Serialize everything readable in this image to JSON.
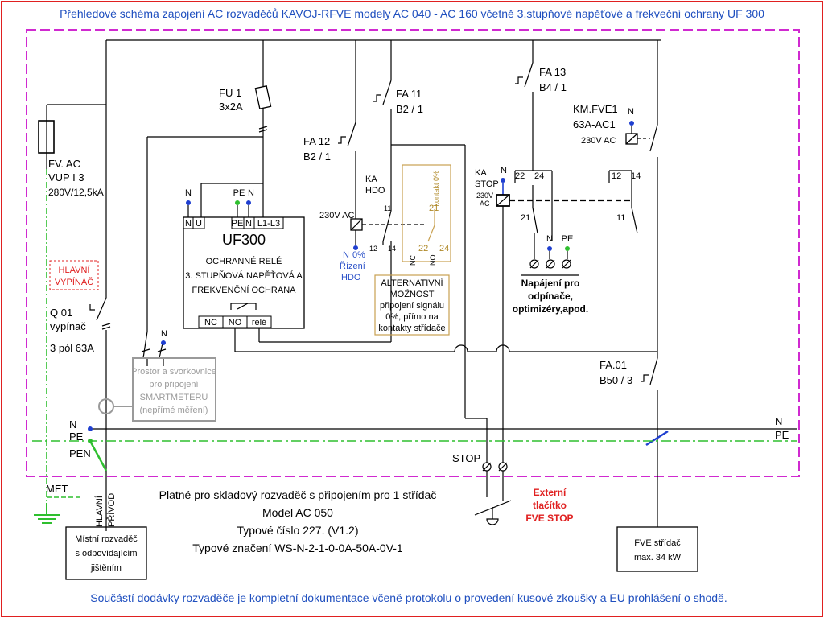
{
  "colors": {
    "title_blue": "#1f4fbf",
    "frame_red": "#e02020",
    "boundary_magenta": "#d02ad0",
    "pe_green": "#2fbf2f",
    "neutral_blue": "#1f3fd0",
    "alt_gold": "#c8a050",
    "meter_grey": "#9a9a9a"
  },
  "header": {
    "title": "Přehledové schéma zapojení AC rozvaděčů KAVOJ-RFVE modely AC 040 - AC 160 včetně 3.stupňové napěťové a frekveční ochrany UF 300"
  },
  "footer": {
    "note": "Součástí dodávky rozvaděče je kompletní dokumentace včeně protokolu o provedení kusové zkoušky a EU prohlášení o shodě."
  },
  "components": {
    "fu1": {
      "name": "FU 1",
      "rating": "3x2A"
    },
    "fa11": {
      "name": "FA 11",
      "rating": "B2 / 1"
    },
    "fa12": {
      "name": "FA 12",
      "rating": "B2 / 1"
    },
    "fa13": {
      "name": "FA 13",
      "rating": "B4 / 1"
    },
    "kmfve1": {
      "name": "KM.FVE1",
      "rating": "63A-AC1",
      "coil": "230V AC",
      "n": "N",
      "c12": "12",
      "c14": "14",
      "c11": "11"
    },
    "fa01": {
      "name": "FA.01",
      "rating": "B50 / 3"
    },
    "fvac": {
      "line1": "FV. AC",
      "line2": "VUP I 3",
      "line3": "280V/12,5kA"
    },
    "main_switch_label": [
      "HLAVNÍ",
      "VYPÍNAČ"
    ],
    "q01": {
      "name": "Q 01",
      "type": "vypínač",
      "rating": "3 pól 63A"
    },
    "kahdo": {
      "label1": "KA",
      "label2": "HDO",
      "coil": "230V AC",
      "c11": "11",
      "c12": "12",
      "c14": "14",
      "n": "N",
      "pct": "0%",
      "ctrl1": "Řízení",
      "ctrl2": "HDO"
    },
    "kastop": {
      "label1": "KA",
      "label2": "STOP",
      "n": "N",
      "c22": "22",
      "c24": "24",
      "c21": "21",
      "coil1": "230V",
      "coil2": "AC"
    },
    "uf300": {
      "title": "UF300",
      "line1": "OCHRANNÉ RELÉ",
      "line2": "3. STUPŇOVÁ NAPĚŤOVÁ A",
      "line3": "FREKVENČNÍ OCHRANA",
      "terms_top": [
        "N",
        "U",
        "PE",
        "N",
        "L1-L3"
      ],
      "terms_bottom": [
        "NC",
        "NO",
        "relé"
      ],
      "lbl_n": "N",
      "lbl_pe": "PE",
      "lbl_n2": "N"
    },
    "alternative": {
      "contact_label": "kontakt 0%",
      "c21": "21",
      "c22": "22",
      "c24": "24",
      "nc": "NC",
      "no": "NO",
      "line1": "ALTERNATIVNÍ",
      "line2": "MOŽNOST",
      "line3": "připojení signálu",
      "line4": "0%, přímo na",
      "line5": "kontakty střídače"
    },
    "supply": {
      "n": "N",
      "pe": "PE",
      "line1": "Napájení pro",
      "line2": "odpínače,",
      "line3": "optimizéry,apod."
    },
    "smartmeter": {
      "n": "N",
      "line1": "Prostor a svorkovnice",
      "line2": "pro připojení",
      "line3": "SMARTMETERU",
      "line4": "(nepřímé měření)"
    }
  },
  "busbars": {
    "n_left": "N",
    "pe_left": "PE",
    "pen": "PEN",
    "n_right": "N",
    "pe_right": "PE"
  },
  "external": {
    "stop": "STOP",
    "btn1": "Externí",
    "btn2": "tlačítko",
    "btn3": "FVE STOP",
    "met": "MET",
    "main_feed": [
      "HLAVNÍ",
      "PŘÍVOD"
    ]
  },
  "boxes": {
    "local_dist": [
      "Místní rozvaděč",
      "s odpovídajícím",
      "jištěním"
    ],
    "inverter": [
      "FVE střídač",
      "max. 34 kW"
    ]
  },
  "info": {
    "line1": "Platné pro skladový rozvaděč s připojením pro 1 střídač",
    "line2": "Model AC 050",
    "line3": "Typové číslo 227. (V1.2)",
    "line4": "Typové značení WS-N-2-1-0-0A-50A-0V-1"
  }
}
